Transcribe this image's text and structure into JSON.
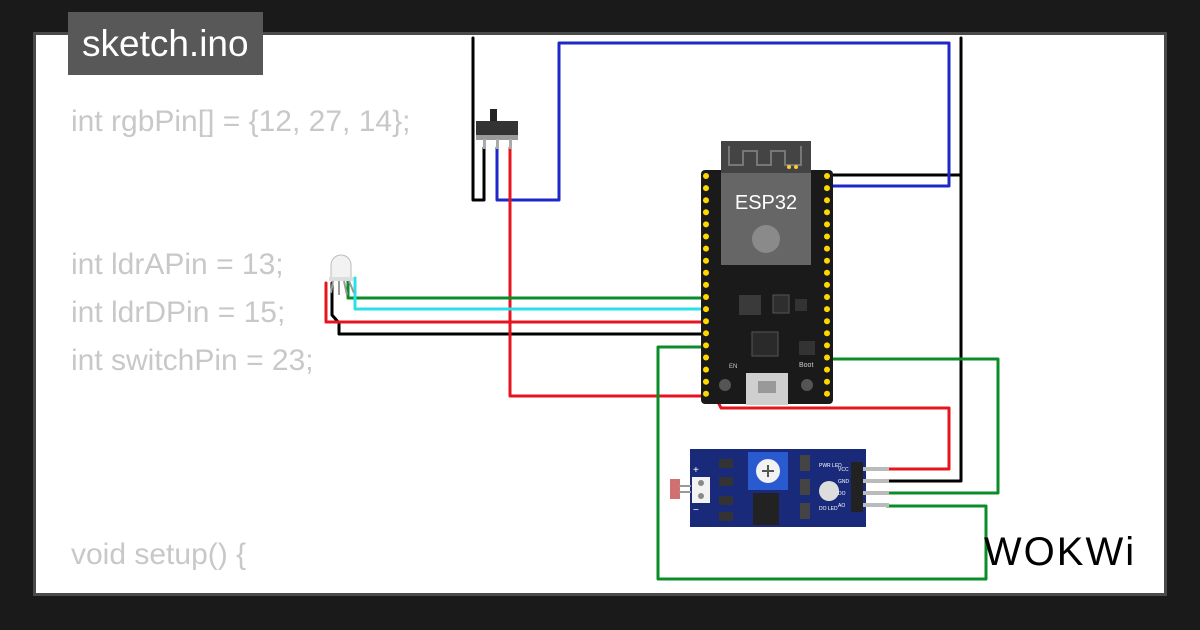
{
  "tab": {
    "title": "sketch.ino"
  },
  "code": {
    "line1": "int rgbPin[] = {12, 27, 14};",
    "line2": "int ldrAPin = 13;",
    "line3": "int ldrDPin = 15;",
    "line4": "int switchPin = 23;",
    "line5": "void setup() {"
  },
  "board": {
    "name": "ESP32",
    "en_label": "EN",
    "boot_label": "Boot"
  },
  "sensor": {
    "pwr_led": "PWR LED",
    "do_led": "DO LED",
    "pins": [
      "VCC",
      "GND",
      "DO",
      "AO"
    ]
  },
  "brand": {
    "logo": "WOKWi"
  },
  "colors": {
    "wire_black": "#000000",
    "wire_blue": "#1e28c8",
    "wire_red": "#e6141e",
    "wire_green": "#0a8c28",
    "wire_cyan": "#28e0e8",
    "board": "#1a1a1a",
    "sensor_board": "#1a2a7a"
  }
}
